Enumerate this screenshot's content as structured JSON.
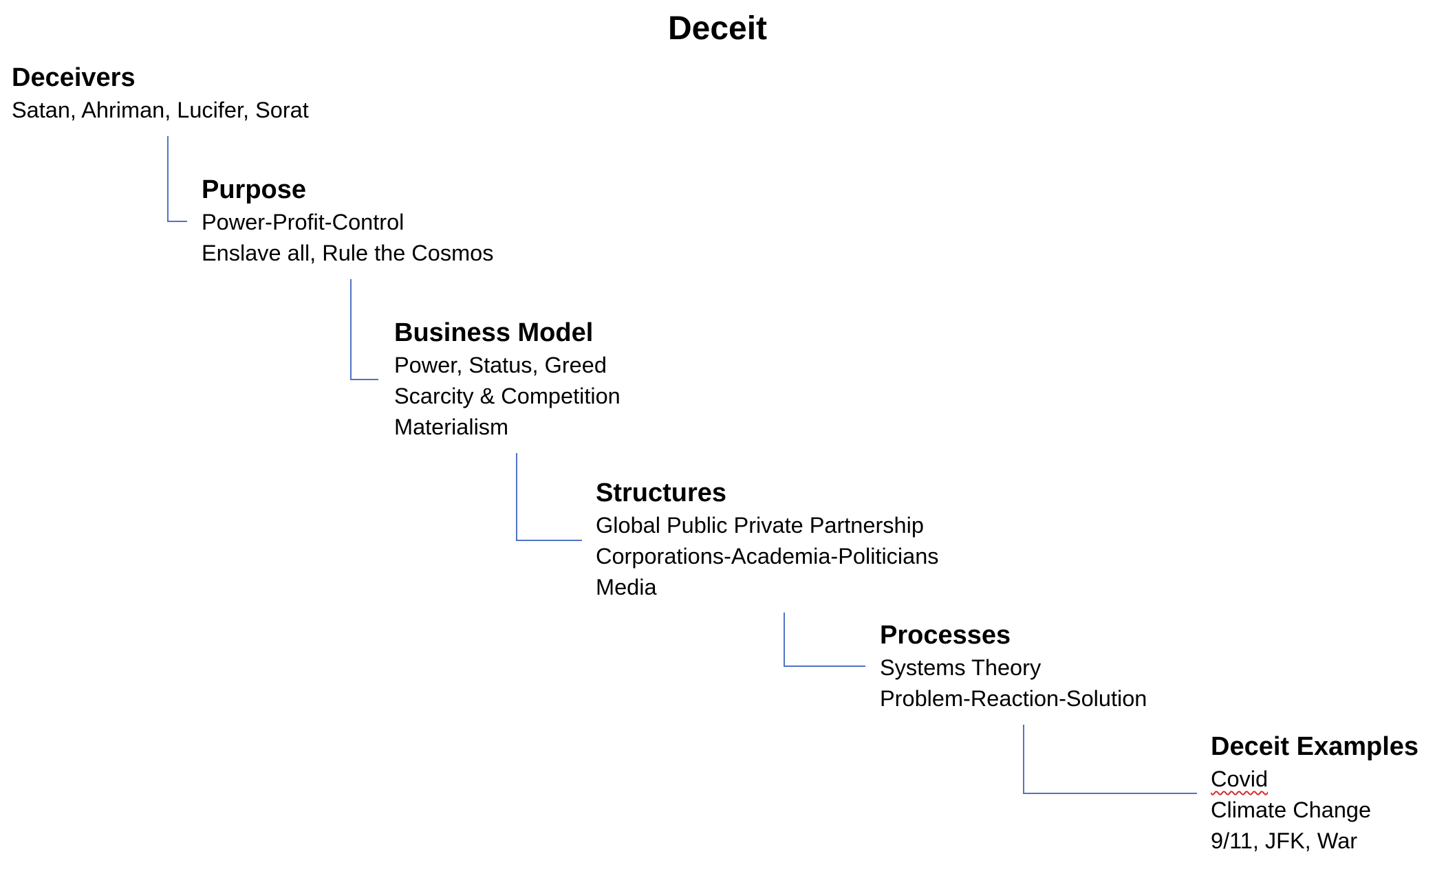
{
  "title": "Deceit",
  "colors": {
    "connector": "#4f73c4",
    "spellcheck": "#d62b2b"
  },
  "nodes": [
    {
      "heading": "Deceivers",
      "lines": [
        "Satan, Ahriman, Lucifer, Sorat"
      ]
    },
    {
      "heading": "Purpose",
      "lines": [
        "Power-Profit-Control",
        "Enslave all, Rule the Cosmos"
      ]
    },
    {
      "heading": "Business Model",
      "lines": [
        "Power, Status, Greed",
        "Scarcity & Competition",
        "Materialism"
      ]
    },
    {
      "heading": "Structures",
      "lines": [
        "Global Public Private Partnership",
        "Corporations-Academia-Politicians",
        "Media"
      ]
    },
    {
      "heading": "Processes",
      "lines": [
        "Systems Theory",
        "Problem-Reaction-Solution"
      ]
    },
    {
      "heading": "Deceit Examples",
      "lines": [
        "Covid",
        "Climate Change",
        "9/11, JFK, War"
      ]
    }
  ]
}
